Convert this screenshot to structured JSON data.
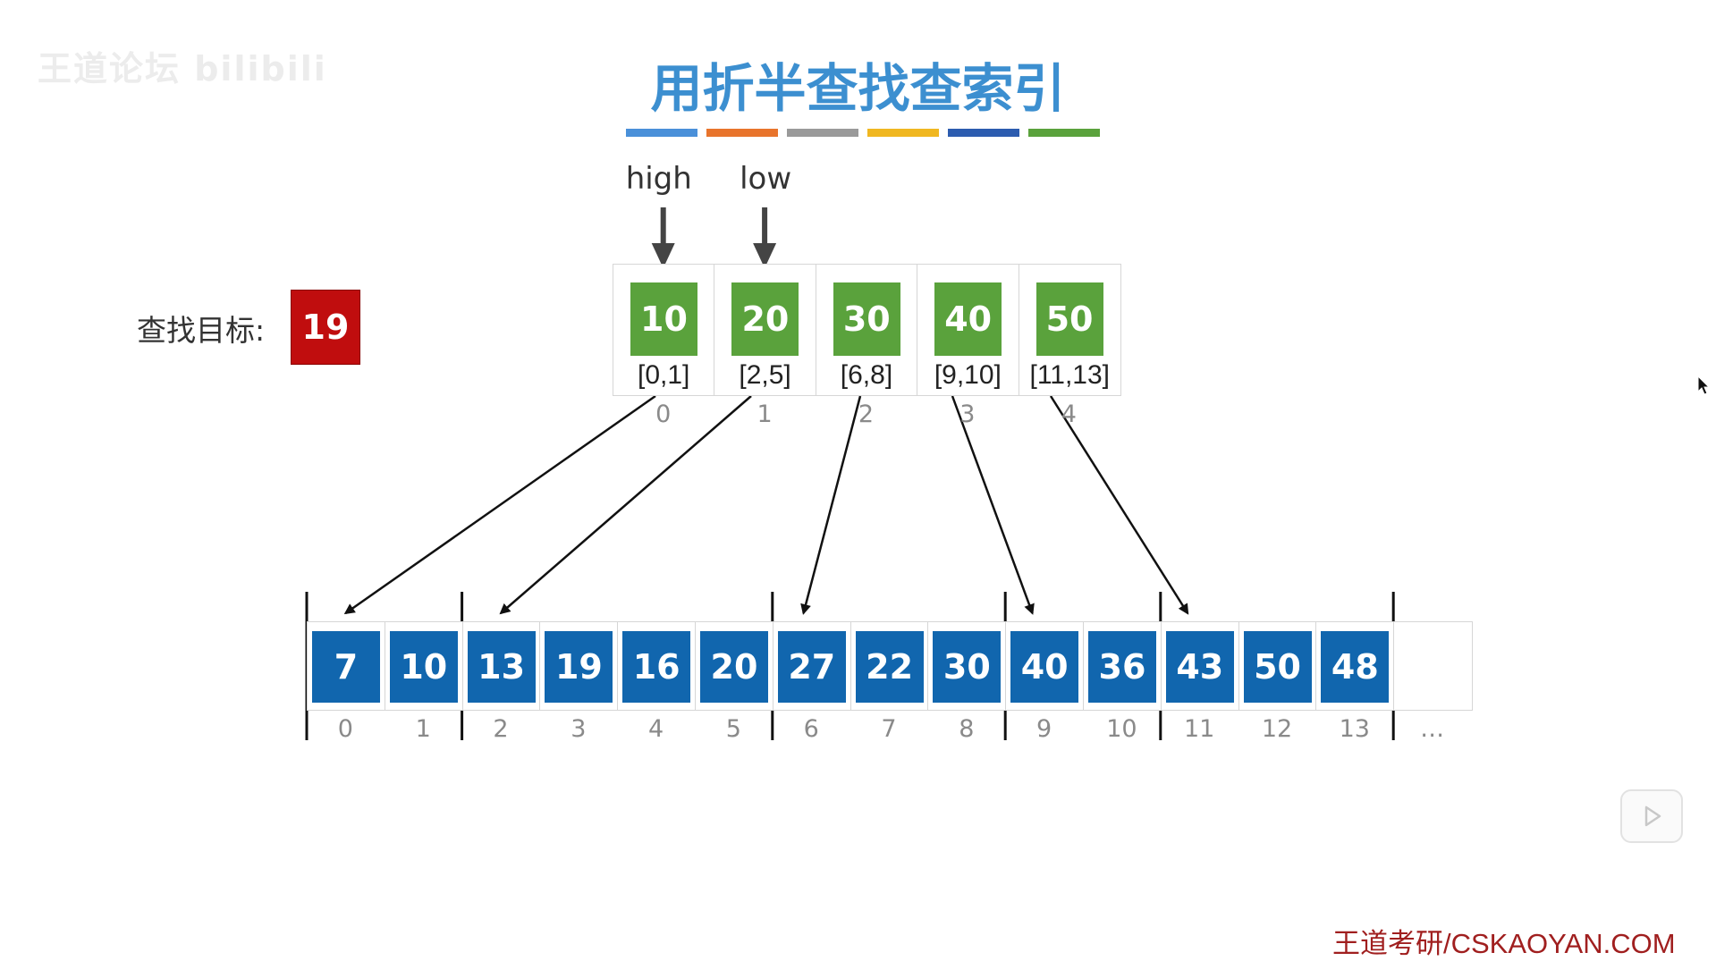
{
  "watermark": "王道论坛 bilibili",
  "title": "用折半查找查索引",
  "title_bar_colors": [
    "#4a90d9",
    "#e8742c",
    "#9a9a9a",
    "#f0b721",
    "#2c5caf",
    "#5aa23c"
  ],
  "target": {
    "label": "查找目标:",
    "value": "19",
    "color": "#c00d0e"
  },
  "pointers": {
    "high_label": "high",
    "high_index": 0,
    "low_label": "low",
    "low_index": 1
  },
  "index_table": [
    {
      "key": "10",
      "range": "[0,1]",
      "index": "0",
      "points_to": 0
    },
    {
      "key": "20",
      "range": "[2,5]",
      "index": "1",
      "points_to": 2
    },
    {
      "key": "30",
      "range": "[6,8]",
      "index": "2",
      "points_to": 6
    },
    {
      "key": "40",
      "range": "[9,10]",
      "index": "3",
      "points_to": 9
    },
    {
      "key": "50",
      "range": "[11,13]",
      "index": "4",
      "points_to": 11
    }
  ],
  "data_values": [
    "7",
    "10",
    "13",
    "19",
    "16",
    "20",
    "27",
    "22",
    "30",
    "40",
    "36",
    "43",
    "50",
    "48",
    ""
  ],
  "data_indices": [
    "0",
    "1",
    "2",
    "3",
    "4",
    "5",
    "6",
    "7",
    "8",
    "9",
    "10",
    "11",
    "12",
    "13",
    "…"
  ],
  "block_boundaries": [
    0,
    2,
    6,
    9,
    11,
    14
  ],
  "colors": {
    "index_key": "#5aa23c",
    "data_cell": "#1166ae",
    "title": "#3c8fd0"
  },
  "footer": "王道考研/CSKAOYAN.COM"
}
